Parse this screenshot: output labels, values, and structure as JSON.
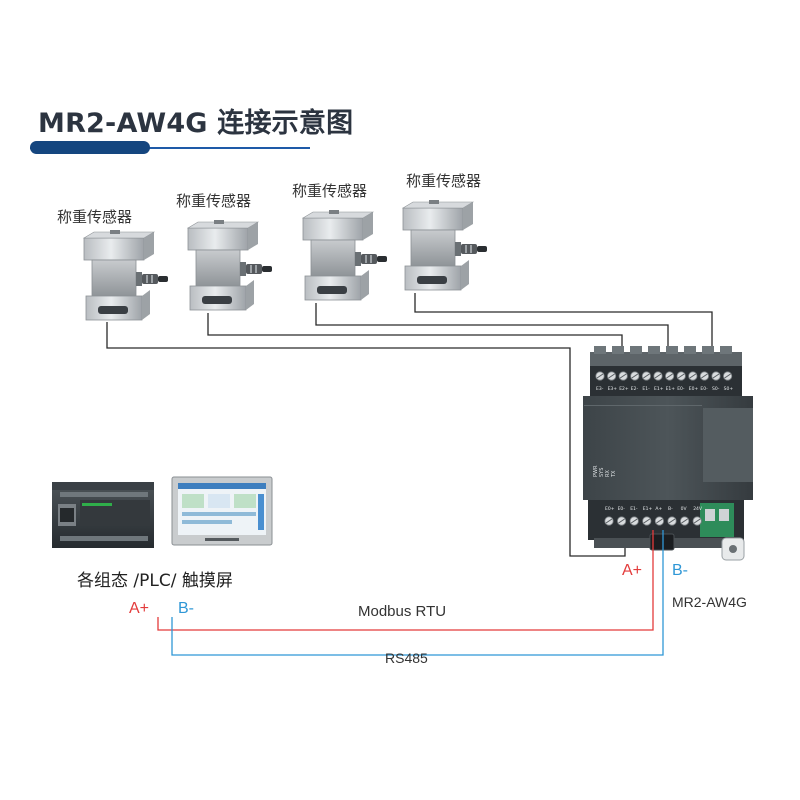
{
  "title": "MR2-AW4G 连接示意图",
  "sensors": [
    {
      "label": "称重传感器"
    },
    {
      "label": "称重传感器"
    },
    {
      "label": "称重传感器"
    },
    {
      "label": "称重传感器"
    }
  ],
  "module": {
    "name": "MR2-AW4G",
    "top_terminals": [
      "E3-",
      "E3+",
      "E2+",
      "E2-",
      "E1-",
      "E1+",
      "E1+",
      "E0-",
      "E0+",
      "E0-",
      "S0-",
      "S0+"
    ],
    "bottom_terminals": [
      "E0+",
      "E0-",
      "E1-",
      "E1+",
      "A+",
      "B-",
      "0V",
      "24V"
    ],
    "indicators": [
      "PWR",
      "SYS",
      "RX",
      "TX"
    ]
  },
  "host": {
    "label": "各组态 /PLC/ 触摸屏"
  },
  "signals": {
    "a_plus": "A+",
    "b_minus": "B-",
    "protocol": "Modbus RTU",
    "bus": "RS485"
  }
}
